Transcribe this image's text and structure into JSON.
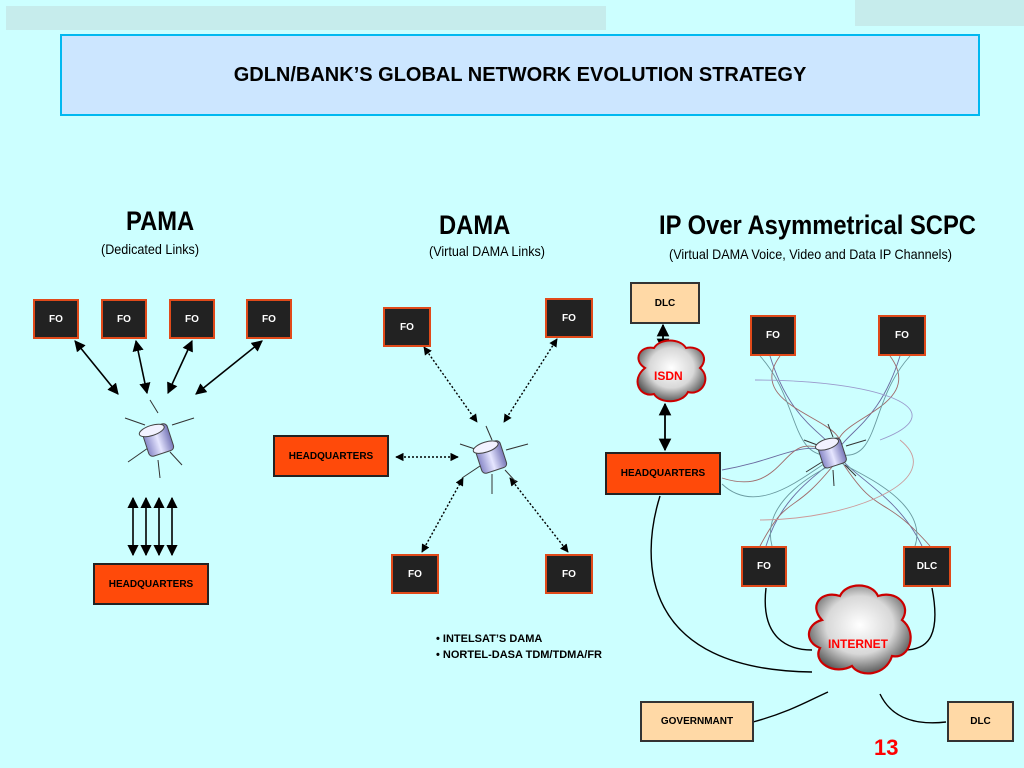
{
  "title": "GDLN/BANK’S GLOBAL NETWORK EVOLUTION STRATEGY",
  "pama": {
    "heading": "PAMA",
    "sub": "(Dedicated Links)",
    "nodes": [
      "FO",
      "FO",
      "FO",
      "FO"
    ],
    "hq": "HEADQUARTERS"
  },
  "dama": {
    "heading": "DAMA",
    "sub": "(Virtual DAMA Links)",
    "nodes": [
      "FO",
      "FO",
      "FO",
      "FO"
    ],
    "hq": "HEADQUARTERS",
    "bullets": [
      "• INTELSAT’S DAMA",
      "• NORTEL-DASA TDM/TDMA/FR"
    ]
  },
  "scpc": {
    "heading": "IP Over Asymmetrical SCPC",
    "sub": "(Virtual DAMA Voice, Video and Data IP Channels)",
    "dlc_top": "DLC",
    "isdn": "ISDN",
    "hq": "HEADQUARTERS",
    "fo_top_left": "FO",
    "fo_top_right": "FO",
    "fo_bottom": "FO",
    "dlc_mid": "DLC",
    "internet": "INTERNET",
    "government": "GOVERNMANT",
    "dlc_bottom": "DLC"
  },
  "page_number": "13",
  "colors": {
    "background": "#ccffff",
    "title_box": "#cce6ff",
    "title_border": "#00b8f0",
    "headquarters": "#ff4a0a",
    "field_office": "#222222",
    "dlc": "#ffd9a6",
    "cloud_text": "#ff0000"
  }
}
